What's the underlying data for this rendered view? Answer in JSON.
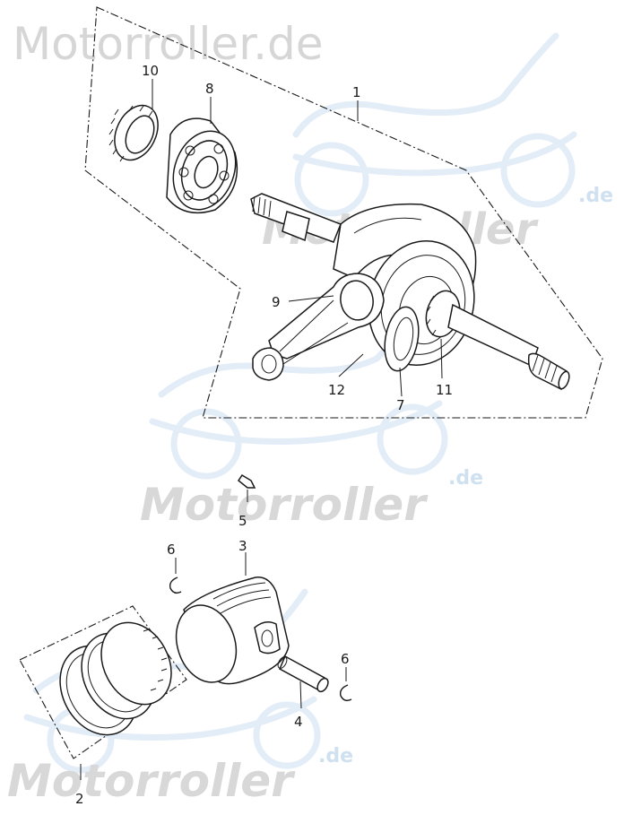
{
  "watermarks": {
    "top_text": "Motorroller.de",
    "brand": "Motorroller",
    "suffix": ".de"
  },
  "callouts": [
    {
      "id": "1",
      "label": "1"
    },
    {
      "id": "2",
      "label": "2"
    },
    {
      "id": "3",
      "label": "3"
    },
    {
      "id": "4",
      "label": "4"
    },
    {
      "id": "5",
      "label": "5"
    },
    {
      "id": "6a",
      "label": "6"
    },
    {
      "id": "6b",
      "label": "6"
    },
    {
      "id": "7",
      "label": "7"
    },
    {
      "id": "8",
      "label": "8"
    },
    {
      "id": "9",
      "label": "9"
    },
    {
      "id": "10",
      "label": "10"
    },
    {
      "id": "11",
      "label": "11"
    },
    {
      "id": "12",
      "label": "12"
    }
  ],
  "colors": {
    "line": "#1a1a1a",
    "watermark_gray": "#d6d6d6",
    "watermark_blue": "#cfe0f0"
  }
}
